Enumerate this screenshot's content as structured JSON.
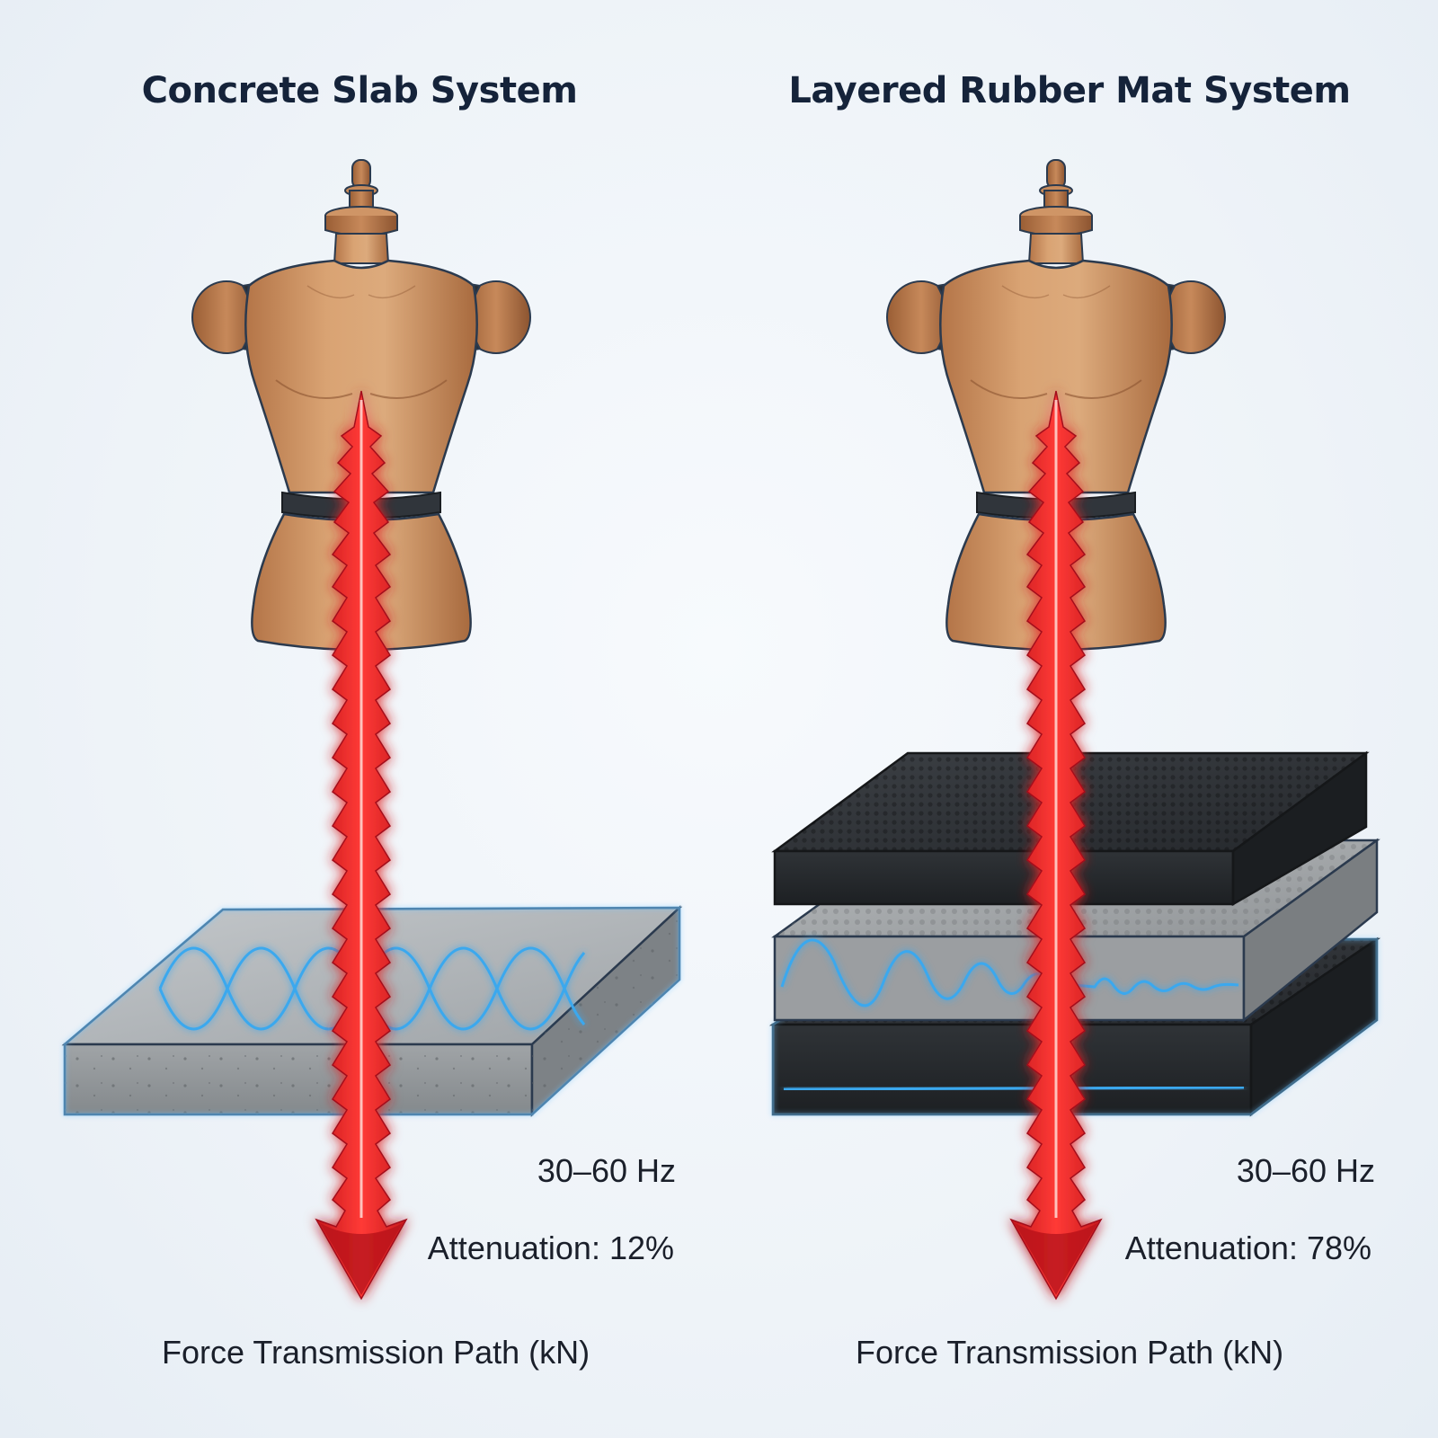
{
  "panels": [
    {
      "title": "Concrete Slab System",
      "frequency": "30–60 Hz",
      "attenuation": "Attenuation: 12%",
      "path_label": "Force Transmission Path (kN)"
    },
    {
      "title": "Layered Rubber Mat System",
      "frequency": "30–60 Hz",
      "attenuation": "Attenuation: 78%",
      "path_label": "Force Transmission Path (kN)"
    }
  ],
  "colors": {
    "title": "#15233a",
    "force_arrow": "#e8262a",
    "vibration_wave": "#3aa8ee",
    "concrete": "#a9adb0",
    "rubber_dark": "#2c3034",
    "rubber_light": "#a3a6a8",
    "mannequin_wood": "#c98f5f"
  }
}
